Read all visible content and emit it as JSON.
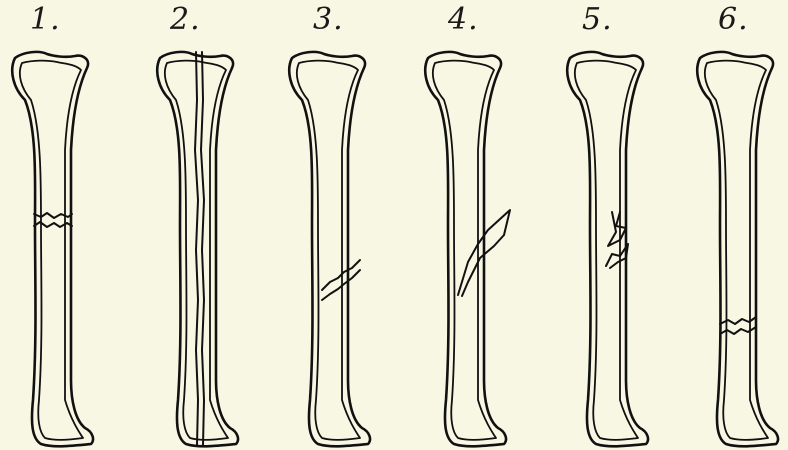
{
  "figure": {
    "background": "#f8f7e4",
    "stroke": "#111111",
    "panels": [
      {
        "label": "1.",
        "fracture": "transverse"
      },
      {
        "label": "2.",
        "fracture": "longitudinal"
      },
      {
        "label": "3.",
        "fracture": "oblique"
      },
      {
        "label": "4.",
        "fracture": "oblique"
      },
      {
        "label": "5.",
        "fracture": "splintered"
      },
      {
        "label": "6.",
        "fracture": "transverse-low"
      }
    ]
  }
}
